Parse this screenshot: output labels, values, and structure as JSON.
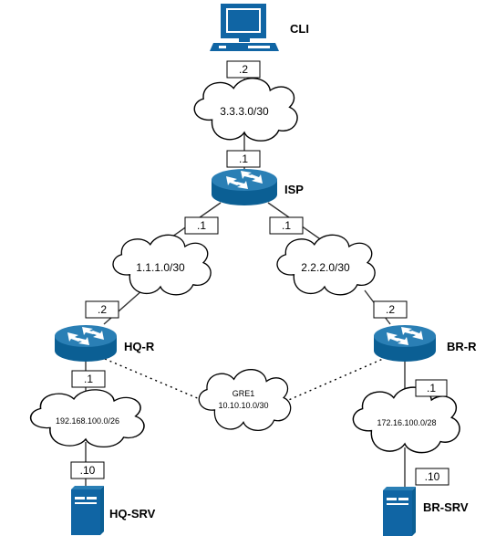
{
  "colors": {
    "router_top": "#2a7fb5",
    "router_body": "#0b5f94",
    "device_blue": "#1065a4",
    "link": "#333333"
  },
  "devices": {
    "cli": {
      "name": "CLI",
      "icon": "workstation-icon"
    },
    "isp": {
      "name": "ISP",
      "icon": "router-icon"
    },
    "hq_r": {
      "name": "HQ-R",
      "icon": "router-icon"
    },
    "br_r": {
      "name": "BR-R",
      "icon": "router-icon"
    },
    "hq_srv": {
      "name": "HQ-SRV",
      "icon": "server-icon"
    },
    "br_srv": {
      "name": "BR-SRV",
      "icon": "server-icon"
    }
  },
  "networks": {
    "cli_isp": "3.3.3.0/30",
    "isp_hq": "1.1.1.0/30",
    "isp_br": "2.2.2.0/30",
    "hq_lan": "192.168.100.0/26",
    "br_lan": "172.16.100.0/28",
    "gre_name": "GRE1",
    "gre_net": "10.10.10.0/30"
  },
  "interfaces": {
    "cli": ".2",
    "isp_to_cli": ".1",
    "isp_to_hq": ".1",
    "isp_to_br": ".1",
    "hq_r_wan": ".2",
    "br_r_wan": ".2",
    "hq_r_lan": ".1",
    "br_r_lan": ".1",
    "hq_srv": ".10",
    "br_srv": ".10"
  }
}
